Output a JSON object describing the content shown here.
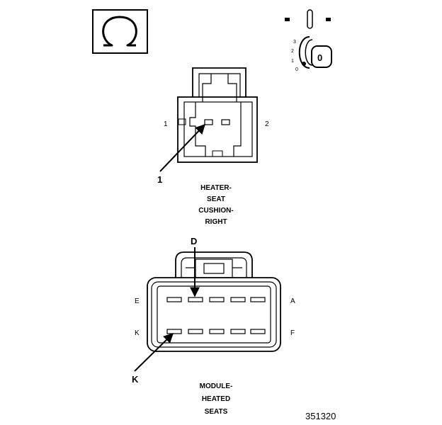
{
  "ohm_icon": {
    "symbol": "Ω",
    "icon": "ohm-meter-icon"
  },
  "ignition": {
    "icon": "ignition-switch-icon",
    "positions": [
      "3",
      "2",
      "1",
      "0"
    ],
    "key_label": "0"
  },
  "connector_top": {
    "pin_left": "1",
    "pin_right": "2",
    "callout": "1",
    "caption_lines": [
      "HEATER-",
      "SEAT",
      "CUSHION-",
      "RIGHT"
    ]
  },
  "connector_bottom": {
    "left_top": "E",
    "left_bottom": "K",
    "right_top": "A",
    "right_bottom": "F",
    "callout_top": "D",
    "callout_bottom": "K",
    "caption_lines": [
      "MODULE-",
      "HEATED",
      "SEATS"
    ]
  },
  "figure_number": "351320",
  "colors": {
    "line": "#000000",
    "background": "#ffffff"
  }
}
